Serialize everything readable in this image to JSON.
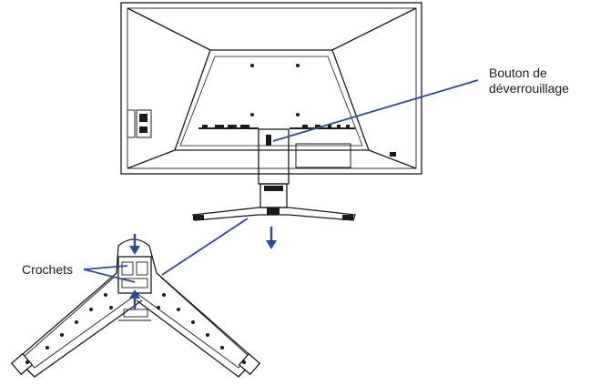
{
  "labels": {
    "unlock_button_line1": "Bouton de",
    "unlock_button_line2": "déverrouillage",
    "hooks": "Crochets"
  },
  "colors": {
    "line": "#1a1a1a",
    "arrow": "#2e4a94",
    "callout": "#2e4a94"
  },
  "icons": {
    "down_arrow": "arrow-down-icon",
    "up_arrow": "arrow-up-icon"
  }
}
